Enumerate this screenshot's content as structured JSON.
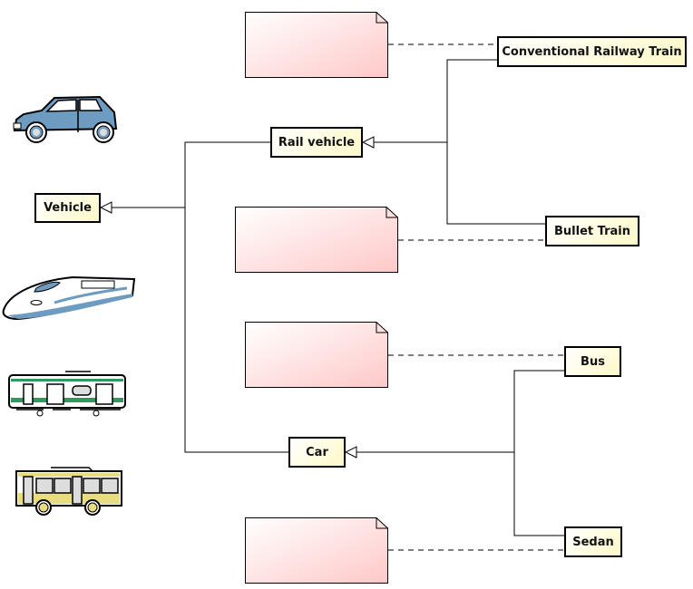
{
  "diagram": {
    "type": "UML class diagram (generalization)",
    "classes": {
      "vehicle": "Vehicle",
      "rail_vehicle": "Rail vehicle",
      "car": "Car",
      "conventional_train": "Conventional Railway Train",
      "bullet_train": "Bullet Train",
      "bus": "Bus",
      "sedan": "Sedan"
    },
    "relations": [
      {
        "kind": "generalization",
        "child": "Rail vehicle",
        "parent": "Vehicle"
      },
      {
        "kind": "generalization",
        "child": "Car",
        "parent": "Vehicle"
      },
      {
        "kind": "generalization",
        "child": "Conventional Railway Train",
        "parent": "Rail vehicle"
      },
      {
        "kind": "generalization",
        "child": "Bullet Train",
        "parent": "Rail vehicle"
      },
      {
        "kind": "generalization",
        "child": "Bus",
        "parent": "Car"
      },
      {
        "kind": "generalization",
        "child": "Sedan",
        "parent": "Car"
      }
    ],
    "notes": [
      {
        "attached_to": "Conventional Railway Train",
        "content": ""
      },
      {
        "attached_to": "Bullet Train",
        "content": ""
      },
      {
        "attached_to": "Bus",
        "content": ""
      },
      {
        "attached_to": "Sedan",
        "content": ""
      }
    ],
    "icons": [
      "sedan-car-icon",
      "bullet-train-icon",
      "commuter-train-icon",
      "bus-icon"
    ]
  },
  "colors": {
    "class_fill": "#fffde0",
    "note_fill": "#ffcccc",
    "car_body": "#6e9cc0",
    "train_stripe": "#2e9a5e",
    "bus_stripe": "#e8dc80"
  }
}
